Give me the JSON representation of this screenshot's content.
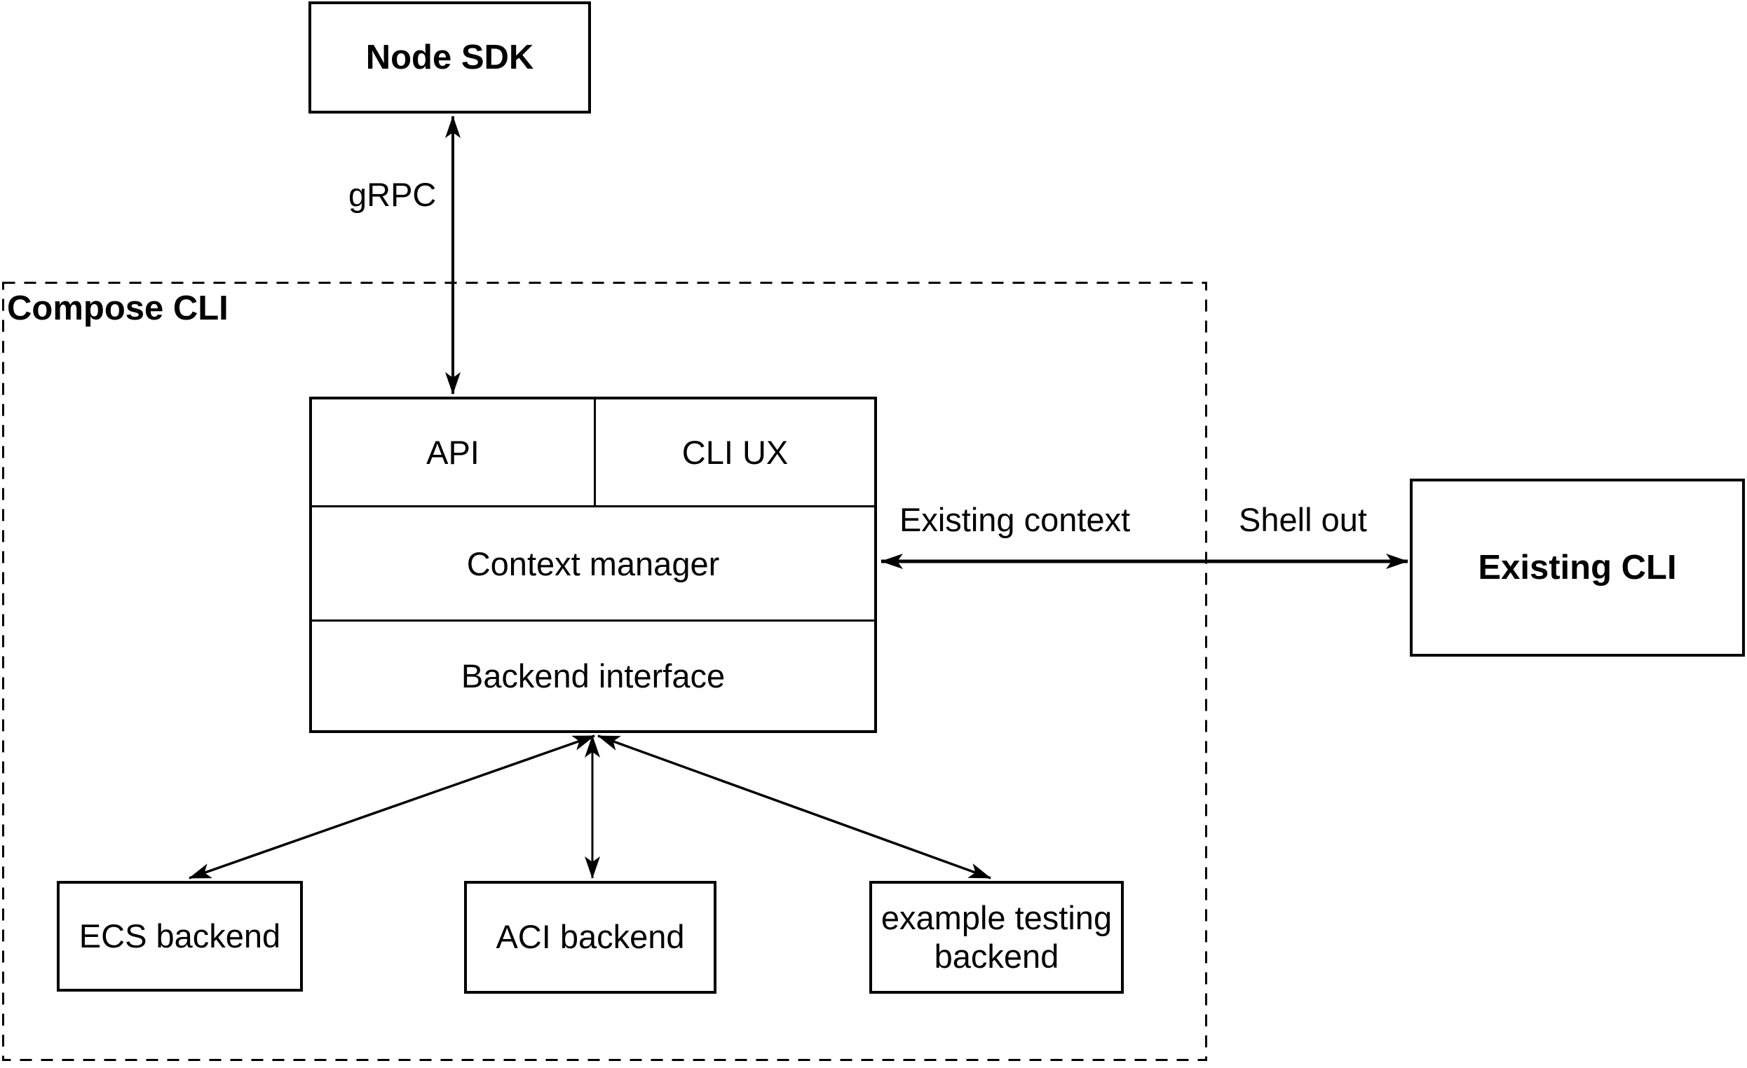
{
  "diagram": {
    "nodes": {
      "node_sdk": {
        "label": "Node SDK"
      },
      "compose_cli_container": {
        "label": "Compose CLI"
      },
      "api": {
        "label": "API"
      },
      "cli_ux": {
        "label": "CLI UX"
      },
      "context_manager": {
        "label": "Context manager"
      },
      "backend_interface": {
        "label": "Backend interface"
      },
      "existing_cli": {
        "label": "Existing CLI"
      },
      "ecs_backend": {
        "label": "ECS backend"
      },
      "aci_backend": {
        "label": "ACI backend"
      },
      "example_testing_backend": {
        "label": "example testing backend"
      }
    },
    "edges": {
      "grpc": {
        "label": "gRPC"
      },
      "existing_context": {
        "label": "Existing context"
      },
      "shell_out": {
        "label": "Shell out"
      }
    },
    "colors": {
      "stroke": "#000000",
      "background": "#ffffff"
    }
  }
}
